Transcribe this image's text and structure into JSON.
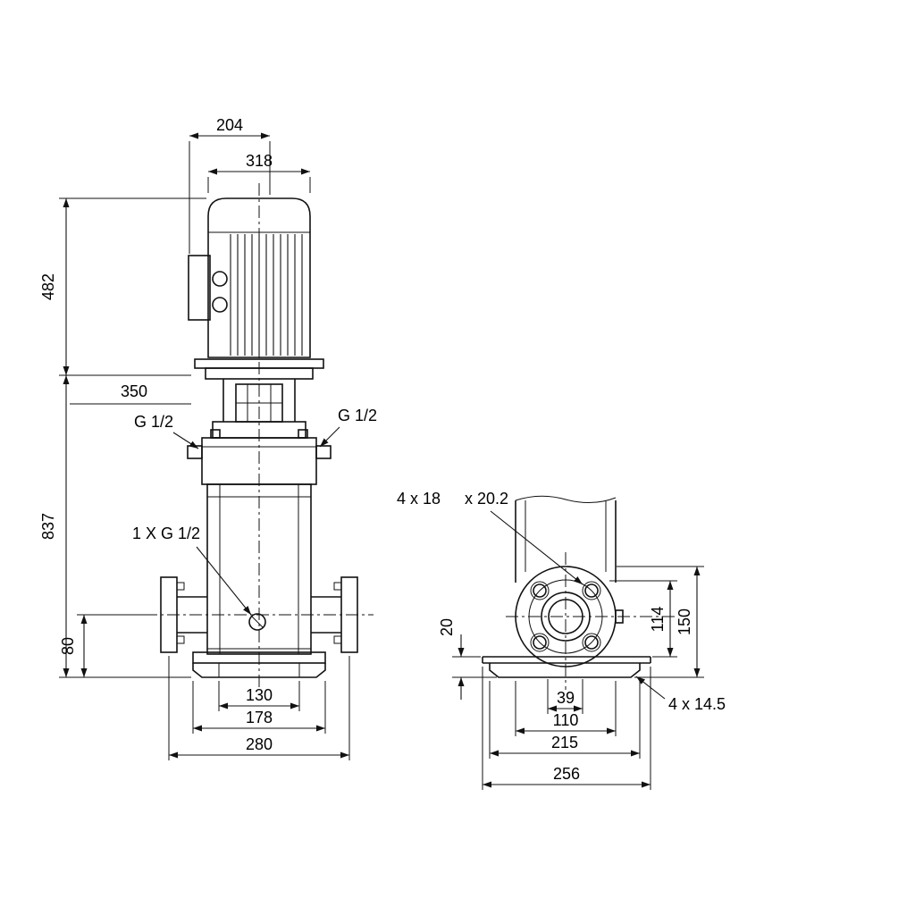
{
  "front_view": {
    "dim_204": "204",
    "dim_318": "318",
    "dim_482": "482",
    "dim_350": "350",
    "dim_837": "837",
    "dim_80": "80",
    "dim_130": "130",
    "dim_178": "178",
    "dim_280": "280",
    "port_left": "G 1/2",
    "port_right": "G 1/2",
    "drain_port": "1 X G 1/2"
  },
  "side_view": {
    "flange_holes": "4 x 18",
    "flange_counterbore": "x 20.2",
    "dim_20": "20",
    "dim_114": "114",
    "dim_150": "150",
    "dim_39": "39",
    "dim_110": "110",
    "dim_215": "215",
    "dim_256": "256",
    "base_holes": "4 x 14.5"
  }
}
